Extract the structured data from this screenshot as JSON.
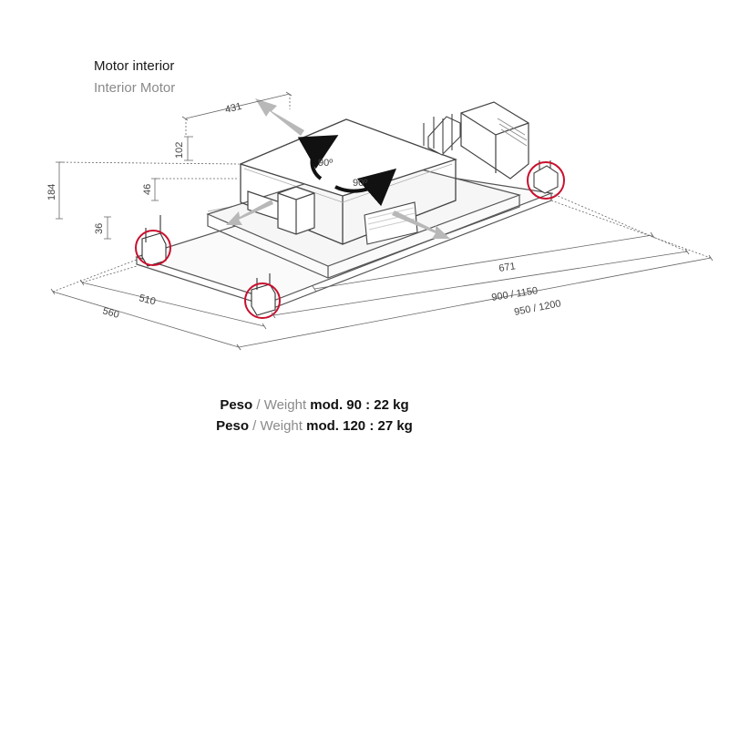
{
  "title": {
    "line1": "Motor interior",
    "line2": "Interior Motor"
  },
  "dimensions": {
    "d431": "431",
    "d102": "102",
    "d184": "184",
    "d46": "46",
    "d36": "36",
    "d510": "510",
    "d560": "560",
    "d671": "671",
    "d900": "900 / 1150",
    "d950": "950 / 1200",
    "rot1": "90º",
    "rot2": "90º"
  },
  "weights": [
    {
      "label_bold": "Peso",
      "sep": " / ",
      "label_grey": "Weight",
      "model": " mod. 90 : 22 kg"
    },
    {
      "label_bold": "Peso",
      "sep": " / ",
      "label_grey": "Weight",
      "model": " mod. 120 : 27 kg"
    }
  ],
  "colors": {
    "highlight": "#c8102e",
    "line": "#555555",
    "arrow": "#b8b8b8"
  }
}
